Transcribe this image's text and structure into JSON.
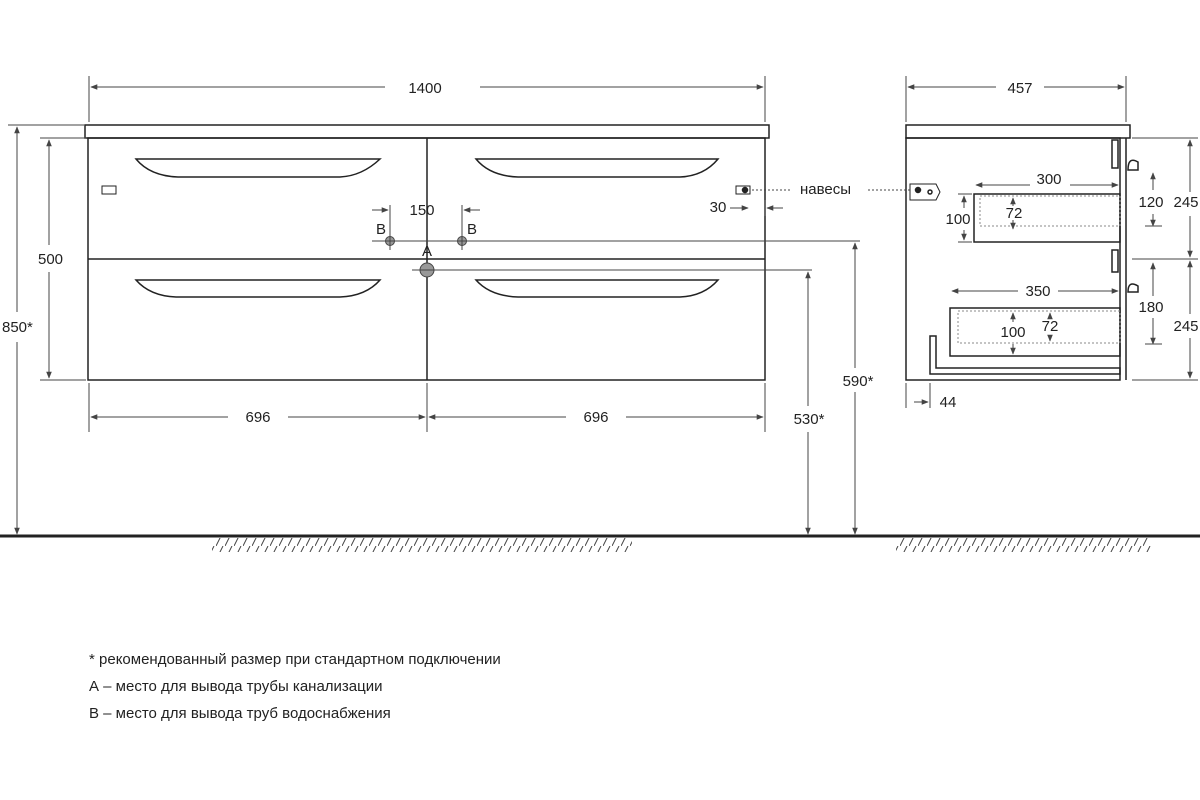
{
  "front_view": {
    "overall_width": "1400",
    "overall_height": "850*",
    "body_height": "500",
    "section_left": "696",
    "section_right": "696",
    "pipe_spacing": "150",
    "hinge_offset": "30",
    "hinges_label": "навесы",
    "outlet_a": "А",
    "outlet_b_left": "В",
    "outlet_b_right": "В",
    "height_b": "590*",
    "height_a": "530*"
  },
  "side_view": {
    "overall_depth": "457",
    "upper_drawer_depth": "300",
    "upper_drawer_height": "100",
    "upper_inner": "72",
    "upper_gap": "120",
    "upper_face": "245",
    "lower_drawer_depth": "350",
    "lower_inner": "72",
    "lower_drawer_height": "100",
    "lower_gap": "180",
    "lower_face": "245",
    "back_offset": "44"
  },
  "notes": [
    "* рекомендованный размер при стандартном подключении",
    "А – место для вывода трубы канализации",
    "В – место для вывода труб водоснабжения"
  ],
  "colors": {
    "line": "#222222",
    "dim": "#444444",
    "dotted": "#888888"
  }
}
